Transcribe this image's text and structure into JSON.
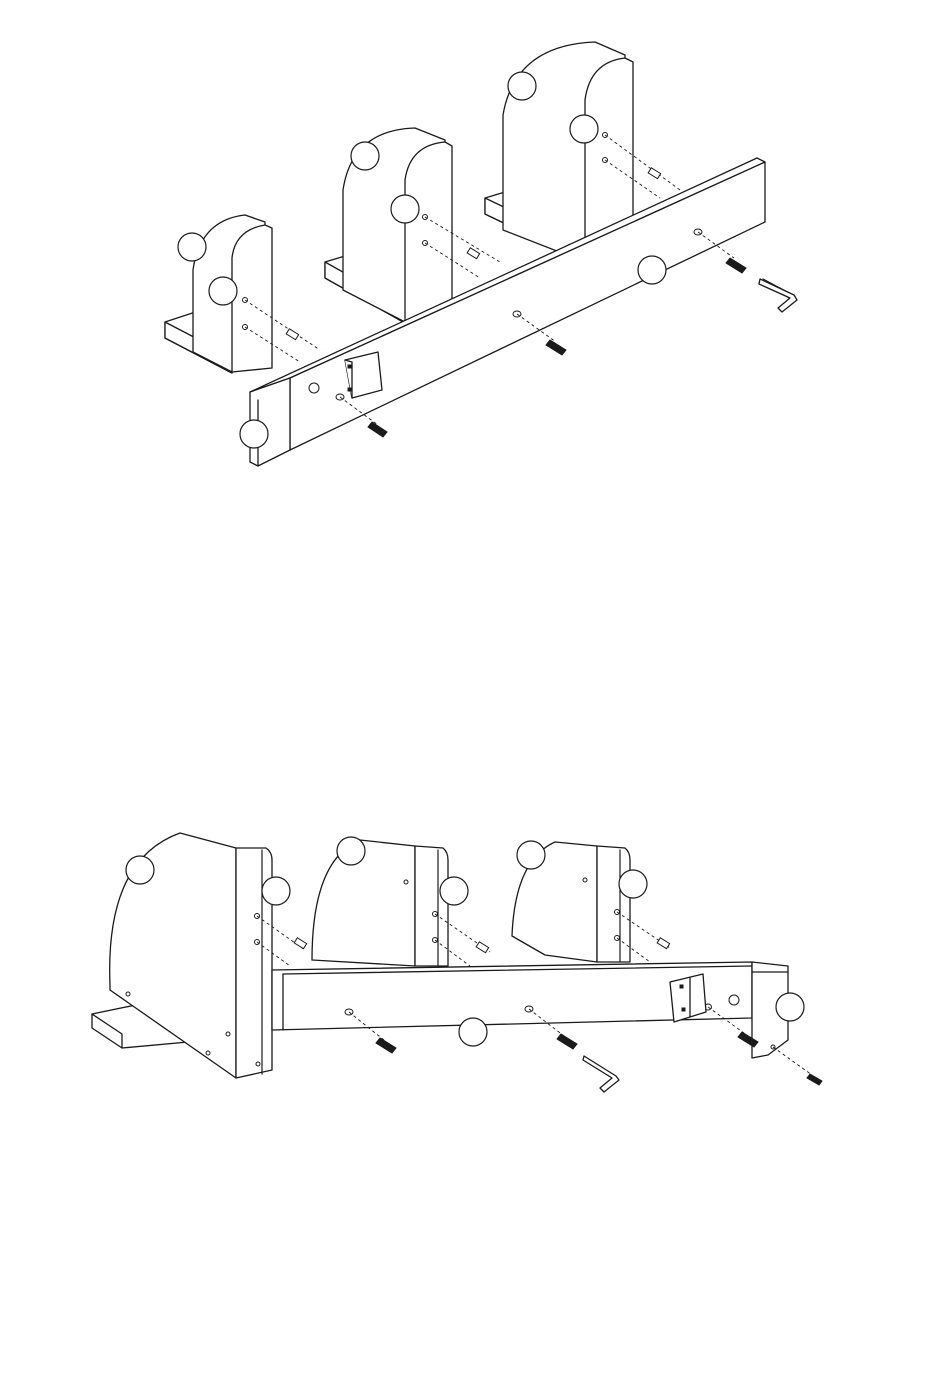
{
  "figures": [
    {
      "name": "step-a",
      "view": "rear-left"
    },
    {
      "name": "step-b",
      "view": "front-right"
    }
  ],
  "parts": {
    "callouts_unlabeled": true,
    "dowel": "dowel-pin",
    "bolt": "hex-bolt",
    "tool": "allen-key",
    "bracket": "metal-bracket"
  },
  "colors": {
    "line": "#1a1a1a",
    "paper": "#ffffff"
  }
}
